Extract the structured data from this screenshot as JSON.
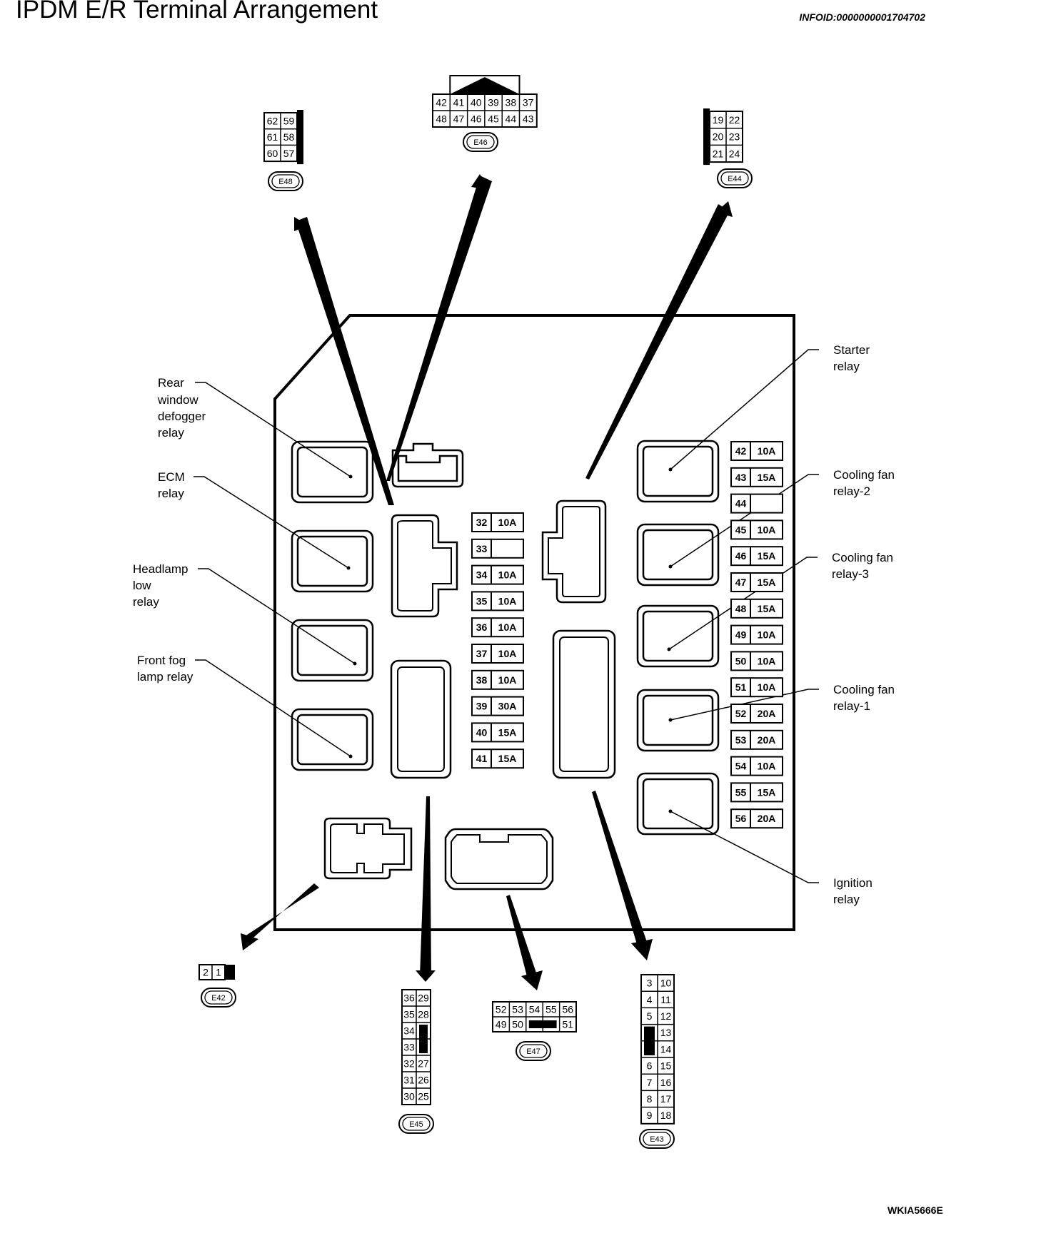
{
  "title": "IPDM E/R Terminal Arrangement",
  "info_id": "INFOID:0000000001704702",
  "figure_id": "WKIA5666E",
  "relays": {
    "rear_window_defogger": [
      "Rear",
      "window",
      "defogger",
      "relay"
    ],
    "ecm": [
      "ECM",
      "relay"
    ],
    "headlamp_low": [
      "Headlamp",
      "low",
      "relay"
    ],
    "front_fog_lamp": [
      "Front fog",
      "lamp relay"
    ],
    "starter": [
      "Starter",
      "relay"
    ],
    "cooling_fan_2": [
      "Cooling fan",
      "relay-2"
    ],
    "cooling_fan_3": [
      "Cooling fan",
      "relay-3"
    ],
    "cooling_fan_1": [
      "Cooling fan",
      "relay-1"
    ],
    "ignition": [
      "Ignition",
      "relay"
    ]
  },
  "fuses_center": [
    {
      "num": "32",
      "amp": "10A"
    },
    {
      "num": "33",
      "amp": ""
    },
    {
      "num": "34",
      "amp": "10A"
    },
    {
      "num": "35",
      "amp": "10A"
    },
    {
      "num": "36",
      "amp": "10A"
    },
    {
      "num": "37",
      "amp": "10A"
    },
    {
      "num": "38",
      "amp": "10A"
    },
    {
      "num": "39",
      "amp": "30A"
    },
    {
      "num": "40",
      "amp": "15A"
    },
    {
      "num": "41",
      "amp": "15A"
    }
  ],
  "fuses_right": [
    {
      "num": "42",
      "amp": "10A"
    },
    {
      "num": "43",
      "amp": "15A"
    },
    {
      "num": "44",
      "amp": ""
    },
    {
      "num": "45",
      "amp": "10A"
    },
    {
      "num": "46",
      "amp": "15A"
    },
    {
      "num": "47",
      "amp": "15A"
    },
    {
      "num": "48",
      "amp": "15A"
    },
    {
      "num": "49",
      "amp": "10A"
    },
    {
      "num": "50",
      "amp": "10A"
    },
    {
      "num": "51",
      "amp": "10A"
    },
    {
      "num": "52",
      "amp": "20A"
    },
    {
      "num": "53",
      "amp": "20A"
    },
    {
      "num": "54",
      "amp": "10A"
    },
    {
      "num": "55",
      "amp": "15A"
    },
    {
      "num": "56",
      "amp": "20A"
    }
  ],
  "connectors": {
    "E48": {
      "id": "E48",
      "rows": [
        [
          "62",
          "59"
        ],
        [
          "61",
          "58"
        ],
        [
          "60",
          "57"
        ]
      ]
    },
    "E46": {
      "id": "E46",
      "rows": [
        [
          "42",
          "41",
          "40",
          "39",
          "38",
          "37"
        ],
        [
          "48",
          "47",
          "46",
          "45",
          "44",
          "43"
        ]
      ]
    },
    "E44": {
      "id": "E44",
      "rows": [
        [
          "19",
          "22"
        ],
        [
          "20",
          "23"
        ],
        [
          "21",
          "24"
        ]
      ]
    },
    "E42": {
      "id": "E42",
      "rows": [
        [
          "2",
          "1"
        ]
      ]
    },
    "E45": {
      "id": "E45",
      "rows": [
        [
          "36",
          "29"
        ],
        [
          "35",
          "28"
        ],
        [
          "34",
          ""
        ],
        [
          "33",
          ""
        ],
        [
          "32",
          "27"
        ],
        [
          "31",
          "26"
        ],
        [
          "30",
          "25"
        ]
      ]
    },
    "E47": {
      "id": "E47",
      "rows": [
        [
          "52",
          "53",
          "54",
          "55",
          "56"
        ],
        [
          "49",
          "50",
          "",
          "",
          "51"
        ]
      ]
    },
    "E43": {
      "id": "E43",
      "rows": [
        [
          "3",
          "10"
        ],
        [
          "4",
          "11"
        ],
        [
          "5",
          "12"
        ],
        [
          "",
          "13"
        ],
        [
          "",
          "14"
        ],
        [
          "6",
          "15"
        ],
        [
          "7",
          "16"
        ],
        [
          "8",
          "17"
        ],
        [
          "9",
          "18"
        ]
      ]
    }
  }
}
